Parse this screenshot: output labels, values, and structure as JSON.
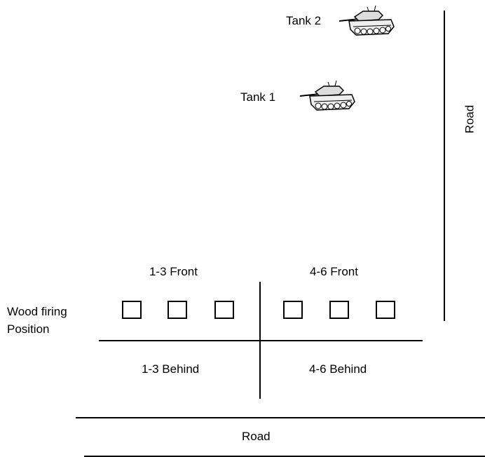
{
  "tanks": [
    {
      "label": "Tank 2"
    },
    {
      "label": "Tank 1"
    }
  ],
  "road_right_label": "Road",
  "road_bottom_label": "Road",
  "wood_label_line1": "Wood firing",
  "wood_label_line2": "Position",
  "zones": {
    "front_left": "1-3 Front",
    "front_right": "4-6 Front",
    "behind_left": "1-3 Behind",
    "behind_right": "4-6 Behind"
  },
  "firing_positions": [
    {
      "icon": "square"
    },
    {
      "icon": "square"
    },
    {
      "icon": "square"
    },
    {
      "icon": "square"
    },
    {
      "icon": "square"
    },
    {
      "icon": "square"
    }
  ],
  "icons": {
    "tank": "tank-icon"
  }
}
